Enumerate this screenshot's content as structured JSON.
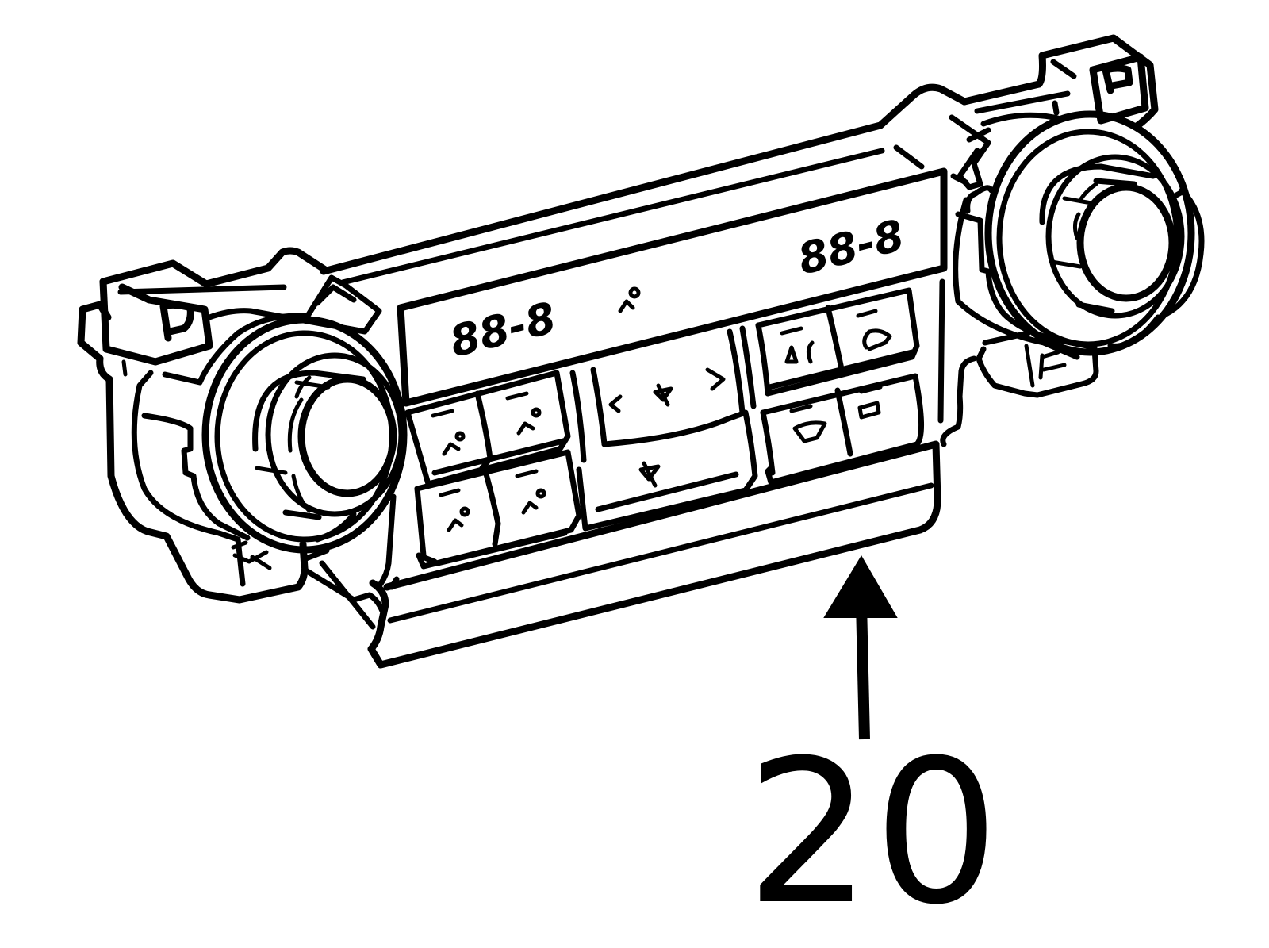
{
  "callout": {
    "part_number": "20"
  },
  "display": {
    "left_readout": "88-8",
    "right_readout": "88-8"
  },
  "colors": {
    "line": "#000000",
    "background": "#ffffff"
  },
  "icons": [
    "fan-icon",
    "recirculation-icon",
    "defrost-icon",
    "ac-icon",
    "arrow-up-icon"
  ]
}
